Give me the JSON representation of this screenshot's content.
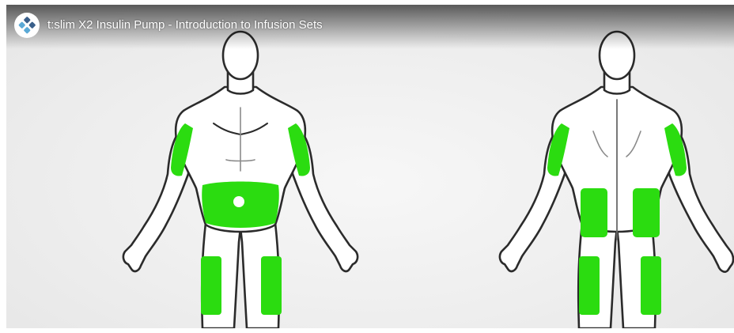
{
  "video": {
    "title": "t:slim X2 Insulin Pump - Introduction to Infusion Sets",
    "channel_logo_icon": "tandem-logo-icon"
  },
  "colors": {
    "site_highlight": "#2bdc10",
    "body_fill": "#ffffff",
    "body_outline": "#2b2b2b",
    "logo_primary": "#3a5f8a",
    "logo_accent": "#5aa9d6"
  },
  "figures": [
    {
      "view": "front",
      "infusion_sites": [
        "upper-arm-left",
        "upper-arm-right",
        "abdomen",
        "thigh-left",
        "thigh-right"
      ]
    },
    {
      "view": "back",
      "infusion_sites": [
        "upper-arm-left",
        "upper-arm-right",
        "buttock-left",
        "buttock-right",
        "thigh-left",
        "thigh-right"
      ]
    }
  ]
}
